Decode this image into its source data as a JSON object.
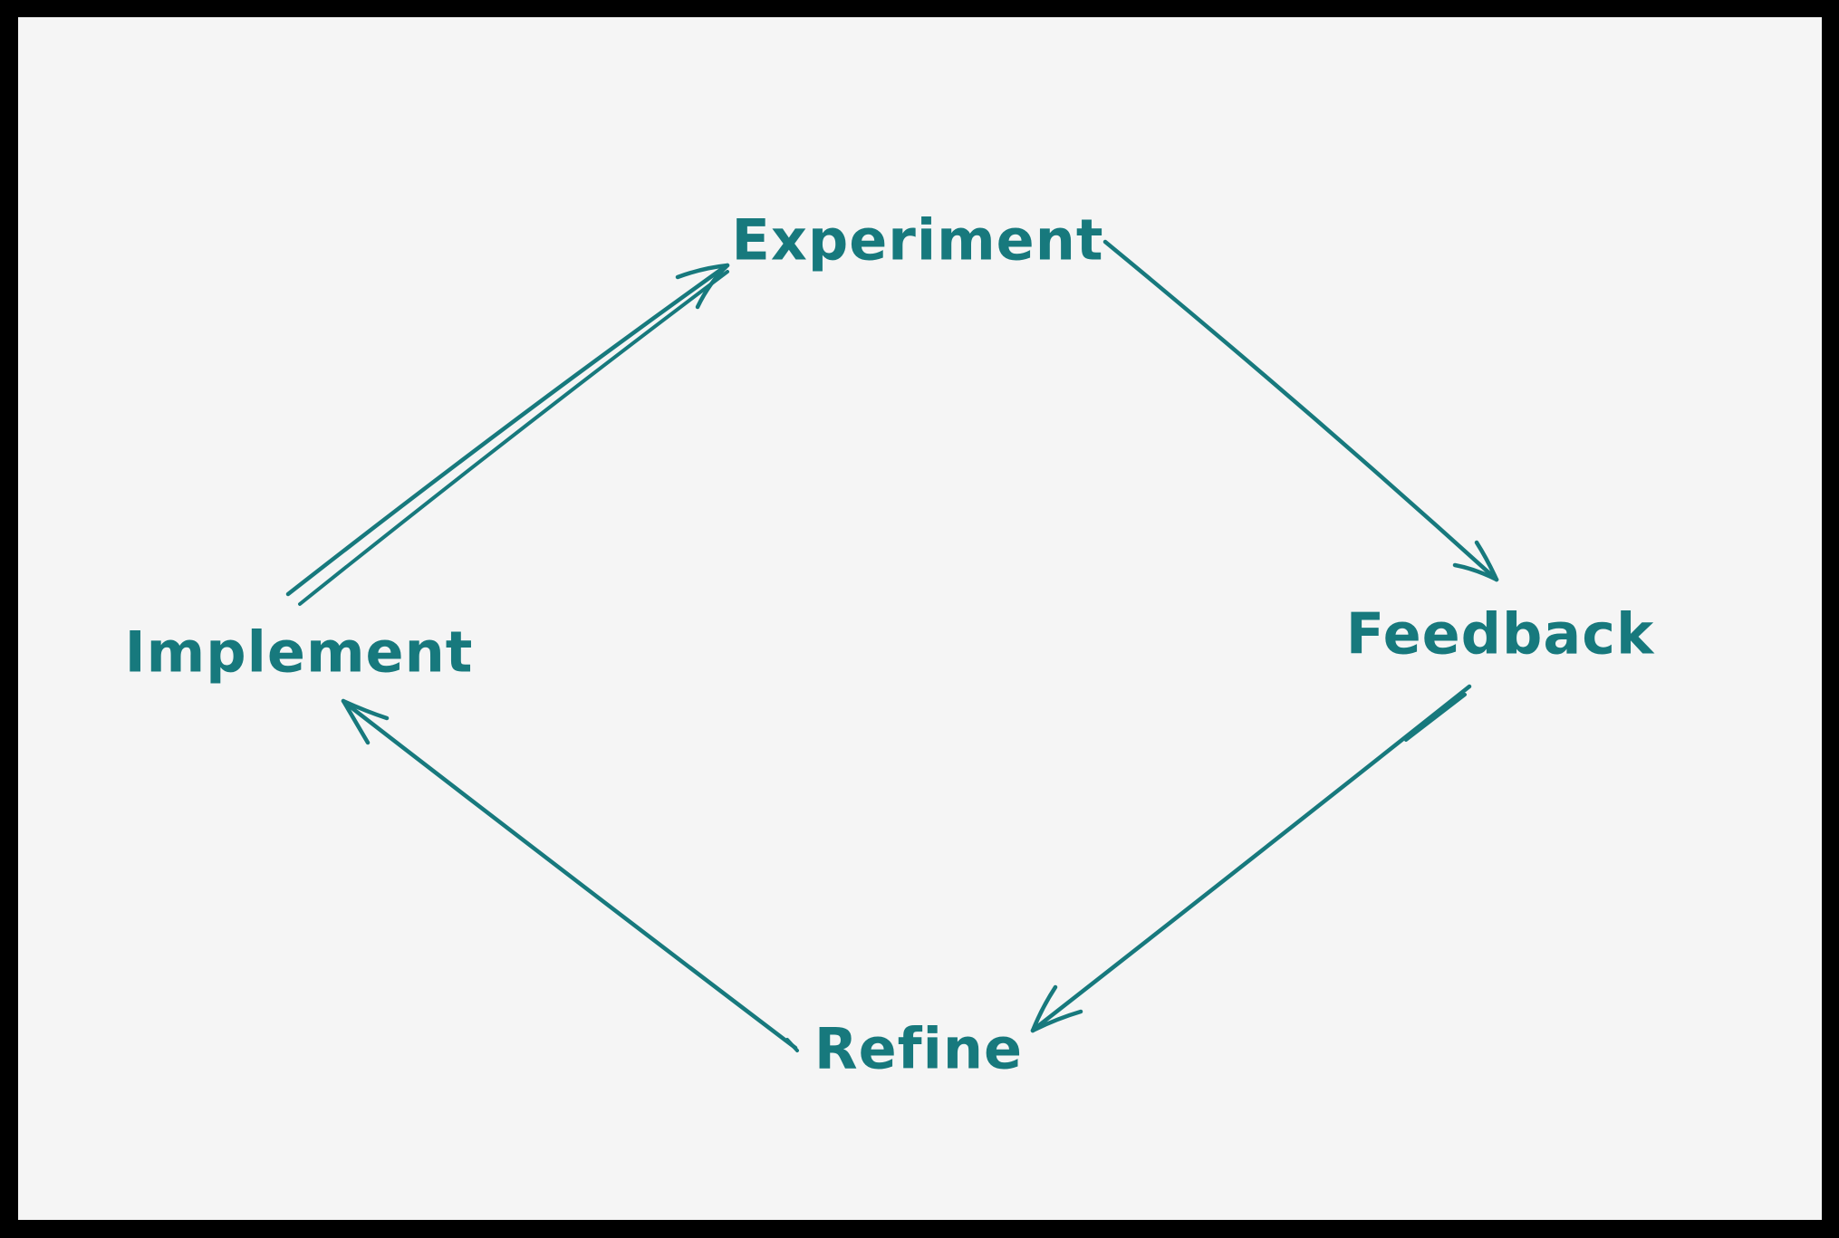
{
  "canvas": {
    "colors": {
      "ink": "#17797D",
      "background": "#f5f5f5",
      "frame": "#000000"
    }
  },
  "diagram": {
    "type": "cycle-flow",
    "style": "hand-drawn",
    "nodes": [
      {
        "id": "experiment",
        "label": "Experiment"
      },
      {
        "id": "feedback",
        "label": "Feedback"
      },
      {
        "id": "refine",
        "label": "Refine"
      },
      {
        "id": "implement",
        "label": "Implement"
      }
    ],
    "edges": [
      {
        "from": "implement",
        "to": "experiment",
        "stroke": "double"
      },
      {
        "from": "experiment",
        "to": "feedback",
        "stroke": "single"
      },
      {
        "from": "feedback",
        "to": "refine",
        "stroke": "single-doubled-tail"
      },
      {
        "from": "refine",
        "to": "implement",
        "stroke": "single"
      }
    ]
  }
}
